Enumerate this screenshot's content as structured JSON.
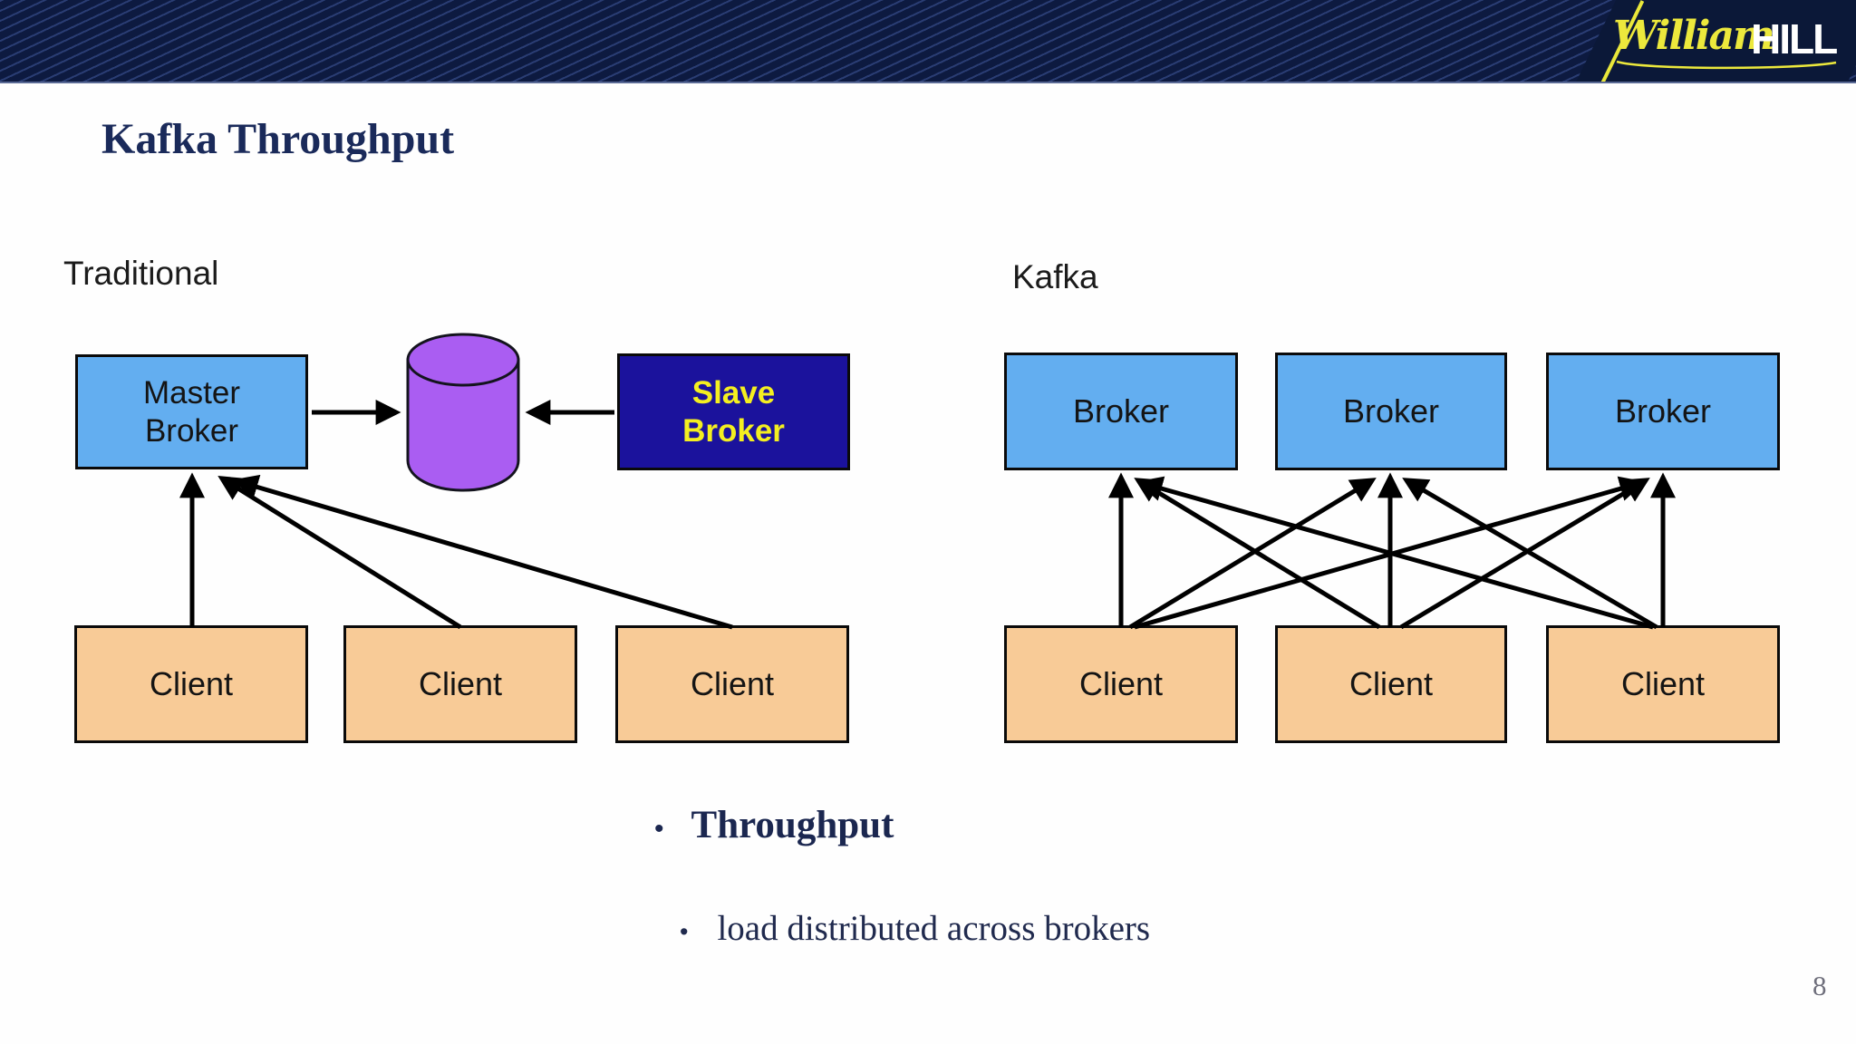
{
  "header": {
    "logo": {
      "script": "William",
      "block": "HILL"
    },
    "colors": {
      "bar": "#0d1a40",
      "stripe": "#4e68b2",
      "panel": "#0b1838",
      "accent_yellow": "#e9e73a",
      "logo_text_white": "#ffffff"
    }
  },
  "slide": {
    "title": "Kafka Throughput",
    "page_number": "8"
  },
  "diagrams": {
    "traditional": {
      "label": "Traditional",
      "master_broker": {
        "lines": [
          "Master",
          "Broker"
        ]
      },
      "slave_broker": {
        "lines": [
          "Slave",
          "Broker"
        ]
      },
      "clients": [
        "Client",
        "Client",
        "Client"
      ],
      "database_icon": "database-cylinder",
      "edges": [
        {
          "from": "client-1",
          "to": "master-broker"
        },
        {
          "from": "client-2",
          "to": "master-broker"
        },
        {
          "from": "client-3",
          "to": "master-broker"
        },
        {
          "from": "master-broker",
          "to": "database"
        },
        {
          "from": "slave-broker",
          "to": "database"
        }
      ]
    },
    "kafka": {
      "label": "Kafka",
      "brokers": [
        "Broker",
        "Broker",
        "Broker"
      ],
      "clients": [
        "Client",
        "Client",
        "Client"
      ],
      "edges": [
        {
          "from": "client-1",
          "to": "broker-1"
        },
        {
          "from": "client-1",
          "to": "broker-2"
        },
        {
          "from": "client-1",
          "to": "broker-3"
        },
        {
          "from": "client-2",
          "to": "broker-1"
        },
        {
          "from": "client-2",
          "to": "broker-2"
        },
        {
          "from": "client-2",
          "to": "broker-3"
        },
        {
          "from": "client-3",
          "to": "broker-1"
        },
        {
          "from": "client-3",
          "to": "broker-2"
        },
        {
          "from": "client-3",
          "to": "broker-3"
        }
      ]
    }
  },
  "bullets": [
    {
      "marker": "•",
      "text": "Throughput"
    },
    {
      "marker": "•",
      "text": "load distributed across brokers"
    }
  ],
  "colors": {
    "broker_blue": "#63aef0",
    "client_peach": "#f8cb97",
    "slave_navy": "#1b129c",
    "slave_text_yellow": "#f4ef20",
    "database_purple": "#aa5df2",
    "title_navy": "#1a2a5a",
    "arrow_black": "#000000",
    "page_number_gray": "#6f6f7c"
  }
}
